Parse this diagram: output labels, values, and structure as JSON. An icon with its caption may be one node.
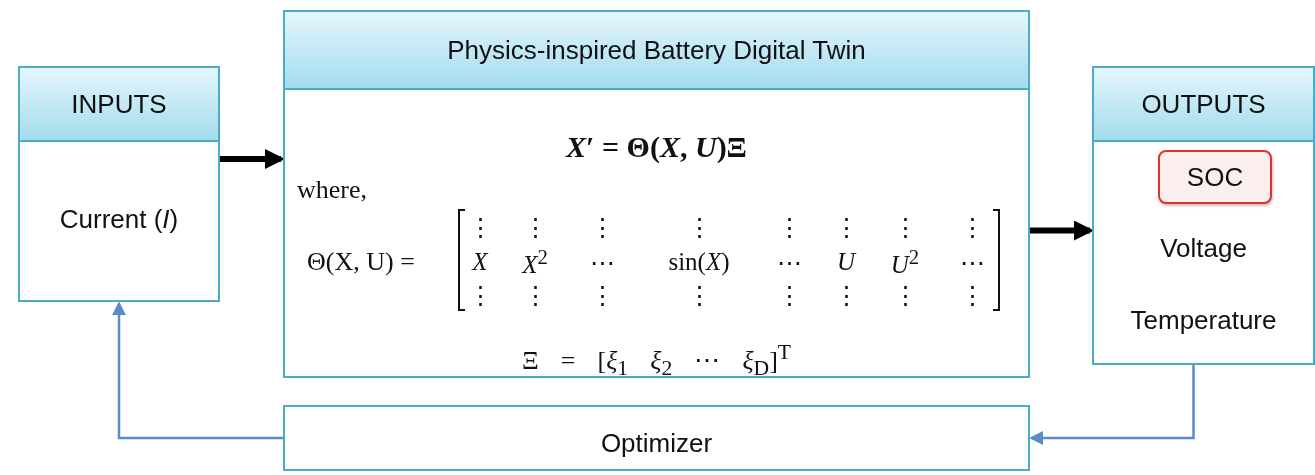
{
  "diagram": {
    "nodes": [
      {
        "text": [
          "INPUTS",
          "Current (*I*)"
        ]
      },
      {
        "text": [
          "Physics-inspired Battery Digital Twin",
          "*X*′ = Θ(*X*, *U*)Ξ",
          "where,",
          "Θ(X, U) =",
          "Ξ = [*ξ*$_{1}$ *ξ*$_{2}$ ⋯ *ξ*$_{D}$]$^{T}$"
        ]
      },
      {
        "text": [
          "OUTPUTS",
          "Voltage",
          "Temperature"
        ]
      },
      {
        "text": [
          "SOC"
        ],
        "in": 2
      },
      {
        "text": [
          "Optimizer"
        ]
      }
    ],
    "edges": [
      {
        "from": 0,
        "to": 1,
        "arrow": "to",
        "style": "thick"
      },
      {
        "from": 1,
        "to": 2,
        "arrow": "to",
        "style": "thick"
      },
      {
        "from": 2,
        "to": 4,
        "arrow": "to",
        "color": "#5b8bc9"
      },
      {
        "from": 4,
        "to": 0,
        "arrow": "to",
        "color": "#5b8bc9"
      }
    ],
    "labels": [
      "⋮",
      "⋮",
      "⋮",
      "⋮",
      "⋮",
      "⋮",
      "⋮",
      "⋮",
      "*X*",
      "*X*$^{2}$",
      "⋯",
      "sin(*X*)",
      "⋯",
      "*U*",
      "*U*$^{2}$",
      "⋯",
      "⋮",
      "⋮",
      "⋮",
      "⋮",
      "⋮",
      "⋮",
      "⋮",
      "⋮"
    ]
  }
}
